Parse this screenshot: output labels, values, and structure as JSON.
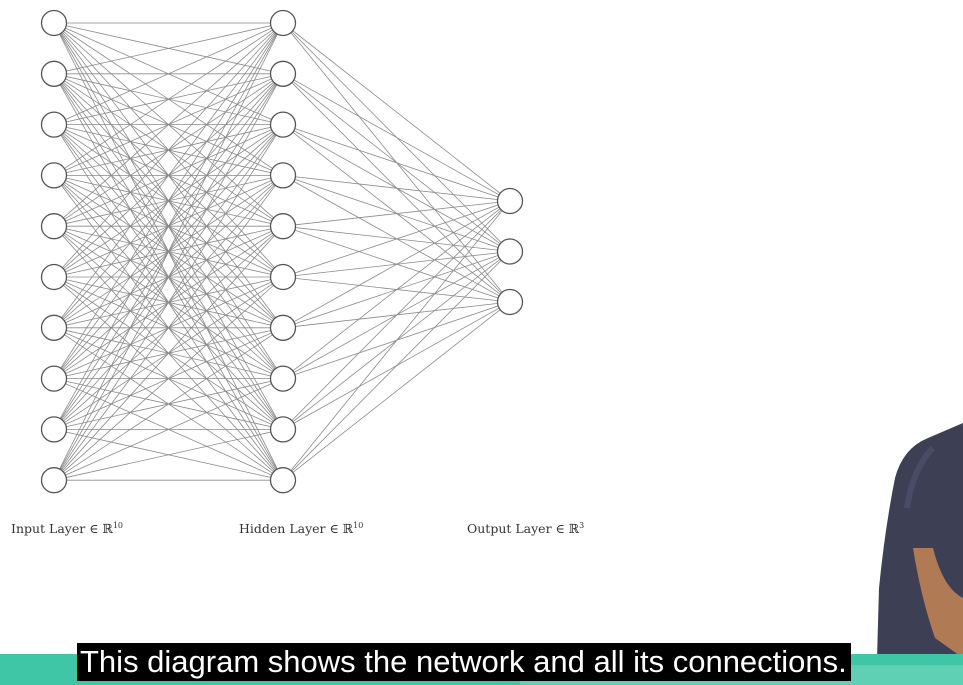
{
  "diagram": {
    "layers": [
      {
        "name": "Input Layer",
        "symbol": "∈ ℝ",
        "dim": "10",
        "neurons": 10
      },
      {
        "name": "Hidden Layer",
        "symbol": "∈ ℝ",
        "dim": "10",
        "neurons": 10
      },
      {
        "name": "Output Layer",
        "symbol": "∈ ℝ",
        "dim": "3",
        "neurons": 3
      }
    ],
    "connectivity": "fully-connected",
    "node_fill": "#ffffff",
    "node_stroke": "#555555",
    "edge_color": "#8a8a8a"
  },
  "caption": "This diagram shows the network and all its connections.",
  "colors": {
    "bottom_bar": "#3fc6a6",
    "caption_bg": "#000000",
    "caption_fg": "#ffffff"
  }
}
